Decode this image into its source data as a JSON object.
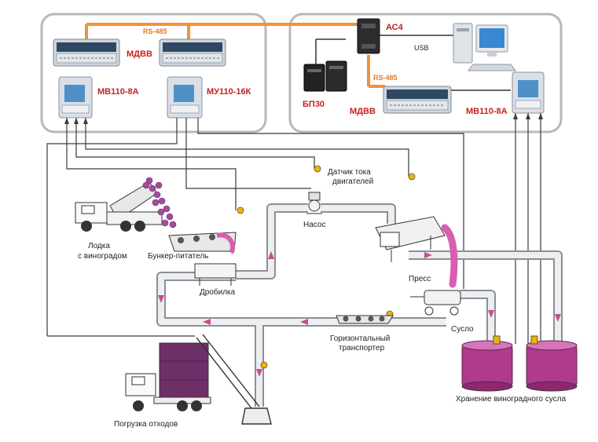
{
  "colors": {
    "rs485_bus": "#f0913a",
    "pipe_fill": "#e8eaec",
    "pipe_stroke": "#8b9095",
    "flow_arrow": "#c94a8e",
    "grape": "#a04e9a",
    "must_tank": "#b03a8c",
    "panel_border": "#b8b8b8",
    "device_label": "#c8201e",
    "signal_line": "#3a3a3a",
    "sensor": "#f0b400"
  },
  "left_panel": {
    "bus_label": "RS-485",
    "mdvv_label": "МДВВ",
    "mv110_label": "МВ110-8А",
    "mu110_label": "МУ110-16К"
  },
  "right_panel": {
    "ac4_label": "АС4",
    "usb_label": "USB",
    "bus_label": "RS-485",
    "bp30_label": "БП30",
    "mdvv_label": "МДВВ",
    "mv110_label": "МВ110-8А"
  },
  "process": {
    "truck_grapes_line1": "Лодка",
    "truck_grapes_line2": "с виноградом",
    "hopper": "Бункер-питатель",
    "crusher": "Дробилка",
    "current_sensor_line1": "Датчик тока",
    "current_sensor_line2": "двигателей",
    "pump": "Насос",
    "press": "Пресс",
    "must": "Сусло",
    "conveyor_line1": "Горизонтальный",
    "conveyor_line2": "транспортер",
    "waste_loading": "Погрузка отходов",
    "must_storage": "Хранение виноградного сусла"
  }
}
